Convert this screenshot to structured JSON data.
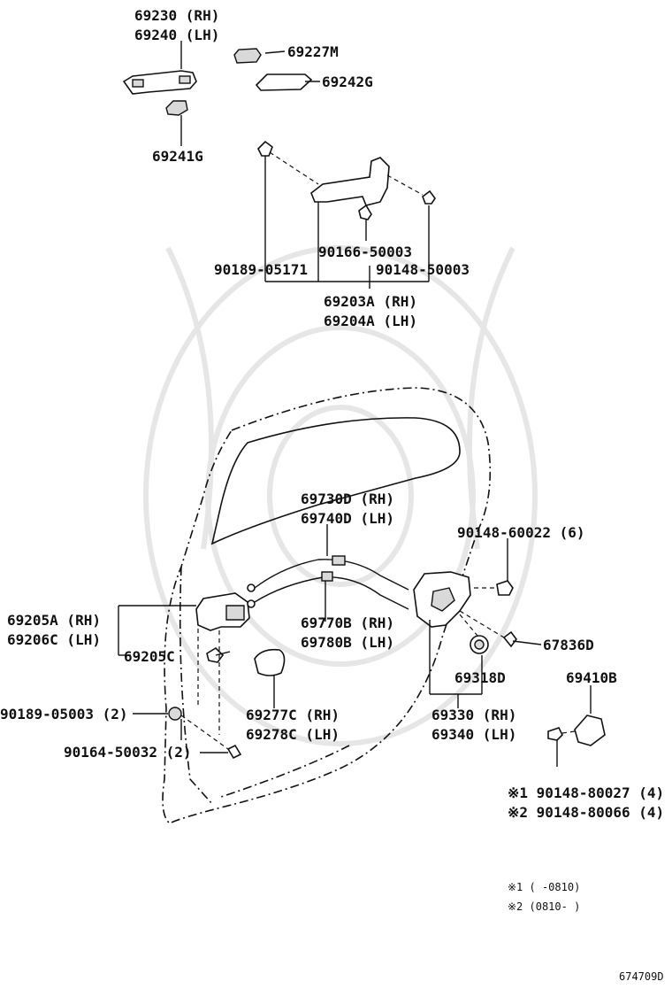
{
  "labels": {
    "p69230": "69230 (RH)",
    "p69240": "69240 (LH)",
    "p69227M": "69227M",
    "p69242G": "69242G",
    "p69241G": "69241G",
    "p90166": "90166-50003",
    "p90189_05171": "90189-05171",
    "p90148_50003": "90148-50003",
    "p69203A": "69203A (RH)",
    "p69204A": "69204A (LH)",
    "p69730D": "69730D (RH)",
    "p69740D": "69740D (LH)",
    "p90148_60022": "90148-60022 (6)",
    "p69205A": "69205A (RH)",
    "p69206C": "69206C (LH)",
    "p69205C": "69205C",
    "p69770B": "69770B (RH)",
    "p69780B": "69780B (LH)",
    "p67836D": "67836D",
    "p69318D": "69318D",
    "p69410B": "69410B",
    "p90189_05003": "90189-05003 (2)",
    "p69277C": "69277C (RH)",
    "p69278C": "69278C (LH)",
    "p69330": "69330 (RH)",
    "p69340": "69340 (LH)",
    "p90164": "90164-50032 (2)",
    "p90148_80027": "※1 90148-80027 (4)",
    "p90148_80066": "※2 90148-80066 (4)"
  },
  "notes": {
    "note1": "※1 (      -0810)",
    "note2": "※2 (0810-      )"
  },
  "diagram_code": "674709D"
}
